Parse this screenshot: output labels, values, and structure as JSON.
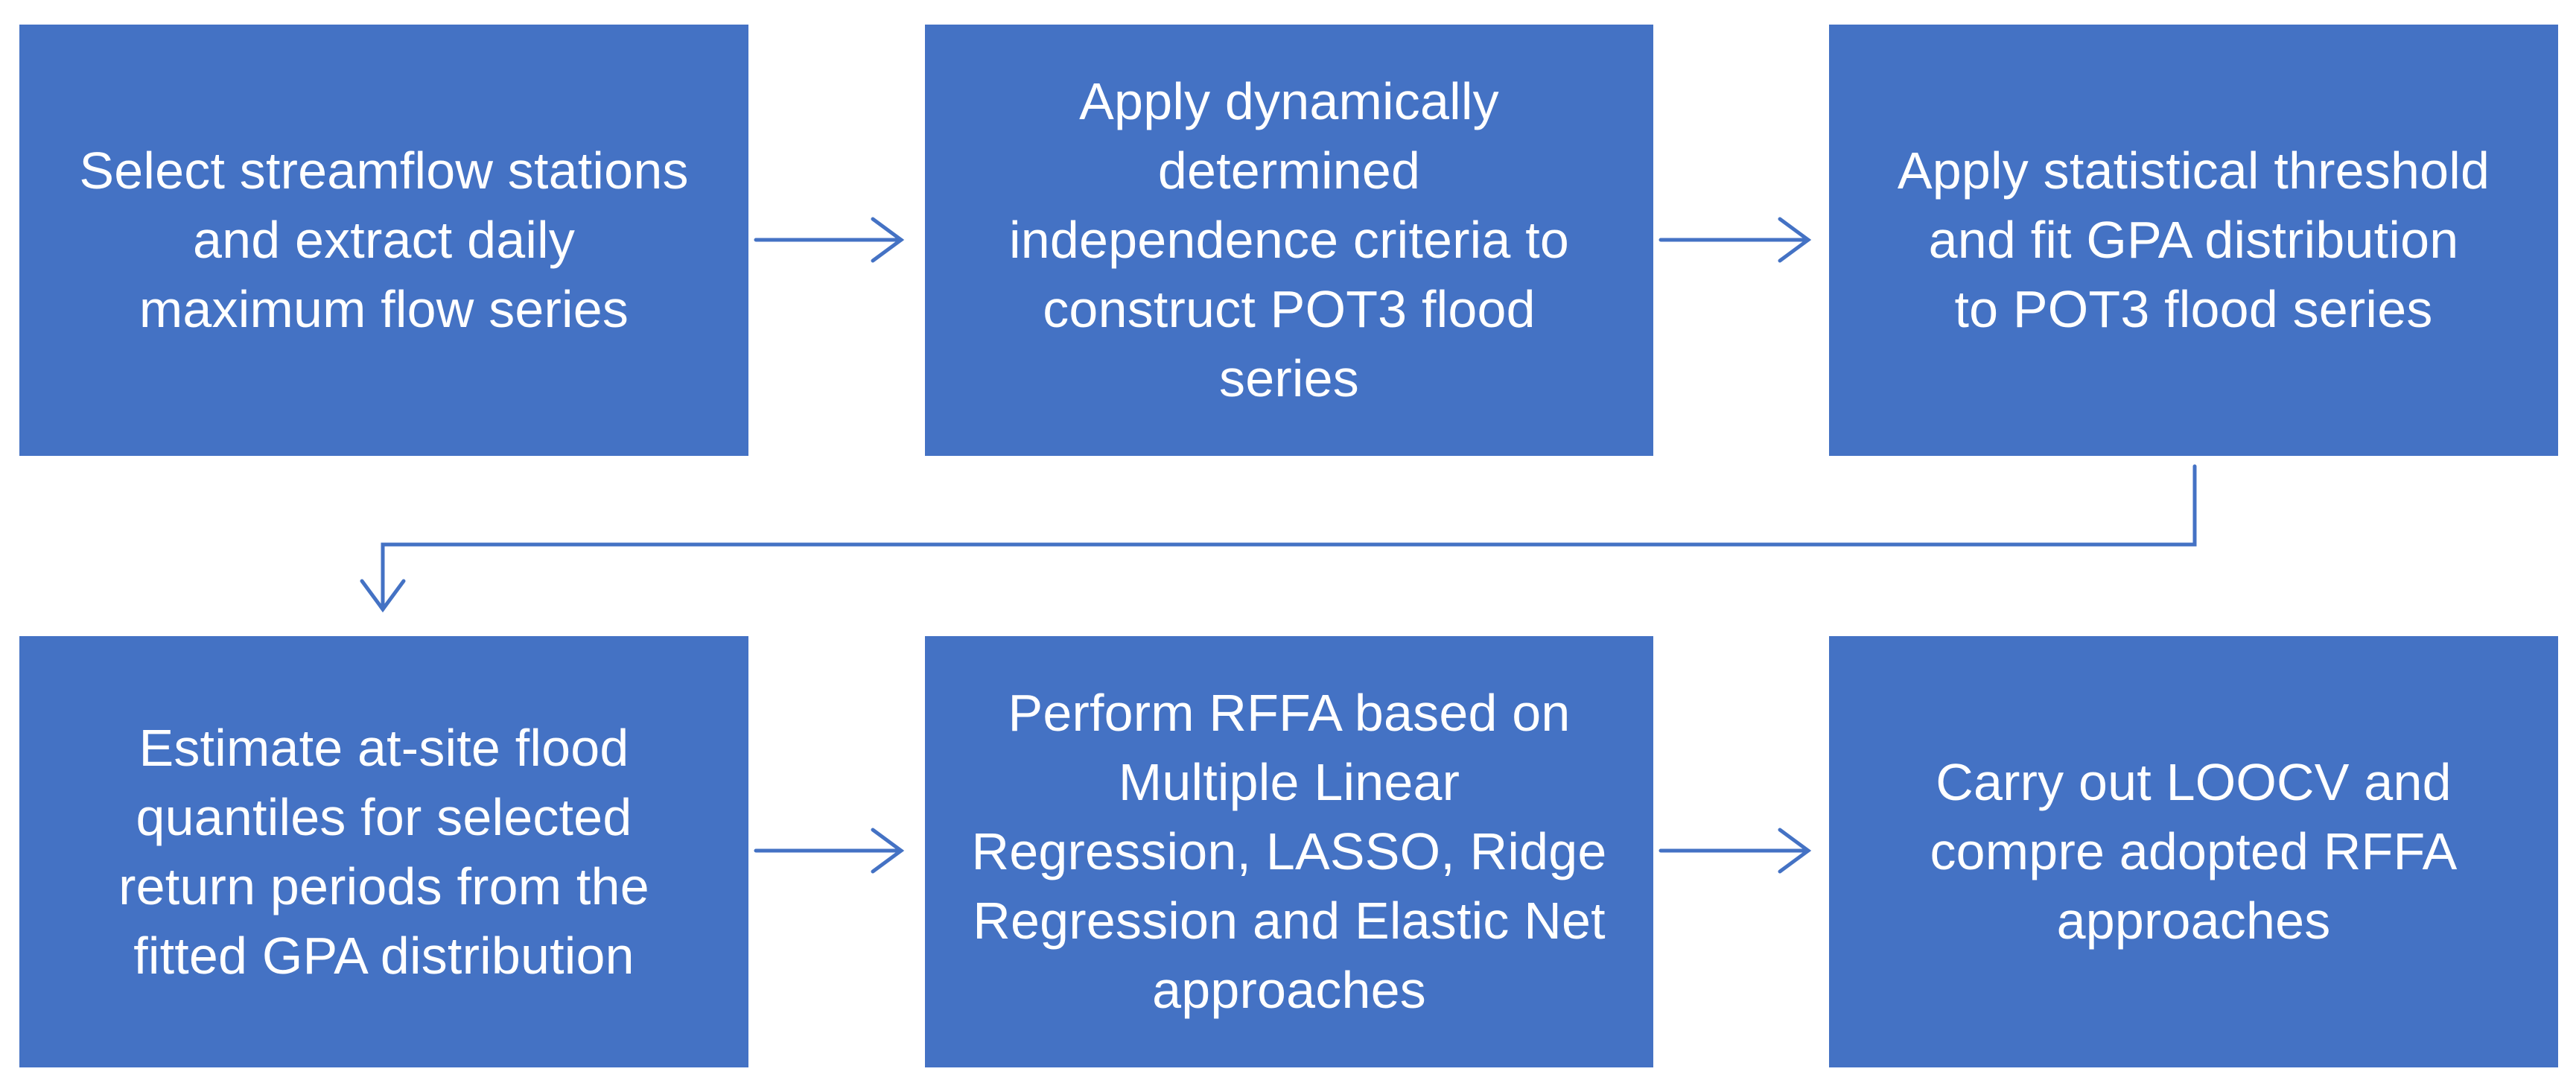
{
  "steps": [
    {
      "text": "Select streamflow stations\nand extract daily\nmaximum flow series"
    },
    {
      "text": "Apply dynamically\ndetermined\nindependence criteria to\nconstruct POT3 flood\nseries"
    },
    {
      "text": "Apply statistical threshold\nand fit GPA  distribution\nto POT3 flood series"
    },
    {
      "text": "Estimate  at-site flood\nquantiles for selected\nreturn periods from the\nfitted GPA distribution"
    },
    {
      "text": "Perform RFFA based on\nMultiple Linear\nRegression, LASSO, Ridge\nRegression and Elastic Net\napproaches"
    },
    {
      "text": "Carry out LOOCV and\ncompre adopted RFFA\napproaches"
    }
  ],
  "colors": {
    "box_fill": "#4472C4",
    "box_text": "#FFFFFF",
    "arrow": "#4472C4"
  }
}
